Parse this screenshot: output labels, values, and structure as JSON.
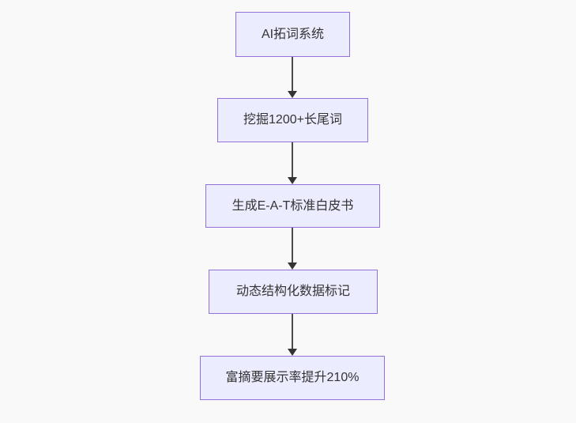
{
  "diagram": {
    "type": "flowchart-vertical",
    "nodes": [
      {
        "id": 1,
        "label": "AI拓词系统"
      },
      {
        "id": 2,
        "label": "挖掘1200+长尾词"
      },
      {
        "id": 3,
        "label": "生成E-A-T标准白皮书"
      },
      {
        "id": 4,
        "label": "动态结构化数据标记"
      },
      {
        "id": 5,
        "label": "富摘要展示率提升210%"
      }
    ],
    "edges": [
      {
        "from": 1,
        "to": 2,
        "style": "arrow-down"
      },
      {
        "from": 2,
        "to": 3,
        "style": "arrow-down"
      },
      {
        "from": 3,
        "to": 4,
        "style": "arrow-down"
      },
      {
        "from": 4,
        "to": 5,
        "style": "arrow-down"
      }
    ],
    "colors": {
      "node_fill": "#ECECFF",
      "node_border": "#9370DB",
      "node_text": "#333333",
      "arrow": "#333333",
      "background": "#f9f9f9"
    }
  }
}
